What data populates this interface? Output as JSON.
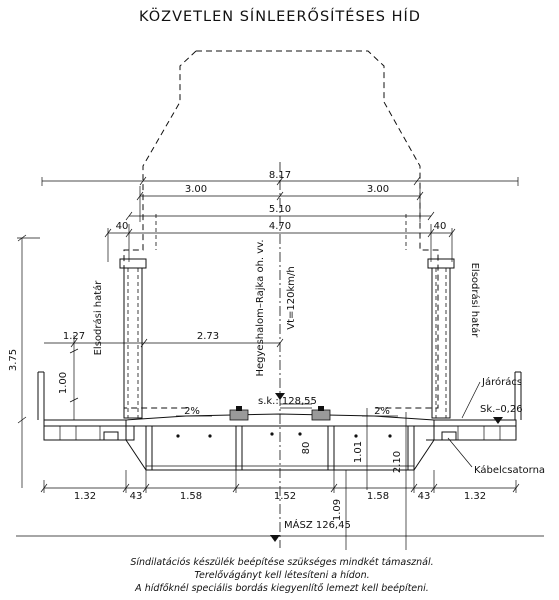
{
  "title": "KÖZVETLEN SÍNLEERŐSÍTÉSES HÍD",
  "dimensions": {
    "total_width": "8.17",
    "half_left": "3.00",
    "half_right": "3.00",
    "inner_5_10": "5.10",
    "inner_4_70": "4.70",
    "post_left": "40",
    "post_right": "40",
    "height_3_75": "3.75",
    "dim_1_27": "1.27",
    "dim_2_73": "2.73",
    "rail_1_00": "1.00",
    "deck_80": "80",
    "depth_1_01": "1.01",
    "depth_2_10": "2.10",
    "depth_1_09": "1.09",
    "bottom": [
      "1.32",
      "43",
      "1.58",
      "1.52",
      "1.58",
      "43",
      "1.32"
    ]
  },
  "labels": {
    "clearance_left": "Elsodrási határ",
    "clearance_right": "Elsodrási határ",
    "line_name": "Hegyeshalom–Rajka oh. vv.",
    "speed": "Vt=120km/h",
    "sk_level": "s.k.: 128,55",
    "slope_left": "2%",
    "slope_right": "2%",
    "grating": "Járórács",
    "sk_offset": "Sk.–0,26",
    "cable_duct": "Kábelcsatorna",
    "masz": "MÁSZ 126,45"
  },
  "notes": [
    "Síndilatációs készülék beépítése szükséges mindkét támasznál.",
    "Terelővágányt kell létesíteni a hídon.",
    "A hídfőknél speciális bordás kiegyenlítő lemezt kell beépíteni."
  ]
}
